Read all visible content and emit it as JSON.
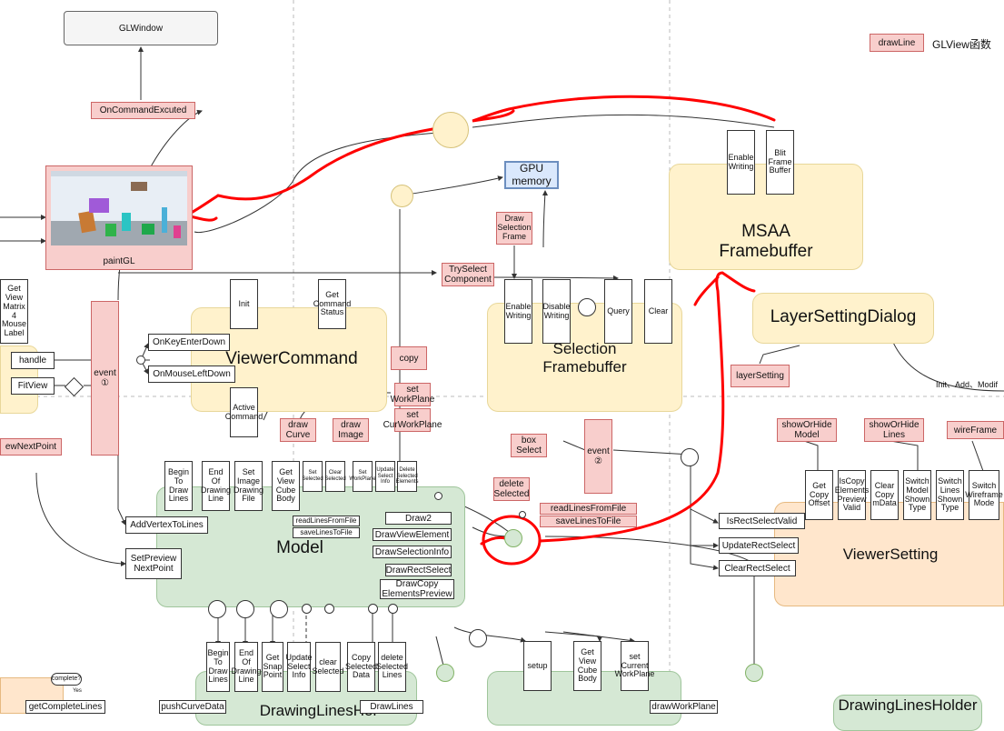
{
  "legend": {
    "sample_label": "drawLine",
    "title": "GLView函数"
  },
  "top": {
    "glwindow": "GLWindow",
    "on_command": "OnCommandExcuted",
    "paintgl": "paintGL",
    "gpu_memory": "GPU\nmemory",
    "draw_selection_frame": "Draw\nSelection\nFrame",
    "try_select": "TrySelect\nComponent"
  },
  "msaa": {
    "title": "MSAA\nFramebuffer",
    "enable_writing": "Enable\nWriting",
    "blit": "Blit\nFrame\nBuffer"
  },
  "viewer_command": {
    "title": "ViewerCommand",
    "init": "Init",
    "get_command_status": "Get\nCommand\nStatus",
    "active_command": "Active\nCommand",
    "copy": "copy",
    "set_workplane": "set\nWorkPlane",
    "set_cur_workplane": "set\nCurWorkPlane",
    "draw_curve": "draw\nCurve",
    "draw_image": "draw\nImage"
  },
  "selection": {
    "title": "Selection\nFramebuffer",
    "enable_writing": "Enable\nWriting",
    "disable_writing": "Disable\nWriting",
    "query": "Query",
    "clear": "Clear"
  },
  "layer": {
    "title": "LayerSettingDialog",
    "layer_setting": "layerSetting",
    "note": "Init、Add、Modif"
  },
  "left": {
    "get_view_matrix": "Get\nView\nMatrix\n4\nMouse\nLabel",
    "handle": "handle",
    "fitview": "FitView",
    "event1": "event\n①",
    "on_key_enter_down": "OnKeyEnterDown",
    "on_mouse_left_down": "OnMouseLeftDown",
    "view_next_point": "ewNextPoint",
    "add_vertex_to_lines": "AddVertexToLines",
    "set_preview_next_point": "SetPreview\nNextPoint"
  },
  "model": {
    "title": "Model",
    "begin_to_draw_lines": "Begin\nTo\nDraw\nLines",
    "end_of_drawing_line": "End\nOf\nDrawing\nLine",
    "set_image_drawing_file": "Set\nImage\nDrawing\nFile",
    "get_view_cube_body": "Get\nView\nCube\nBody",
    "set_selected": "Set\nSelected",
    "clear_selected": "Clear\nSelected",
    "set_workplane": "Set\nWorkPlane",
    "update_select_info": "Update\nSelect\nInfo",
    "delete_selected_elements": "Delete\nSelected\nElements",
    "read_lines_from_file": "readLinesFromFile",
    "save_lines_to_file": "saveLinesToFile",
    "draw2": "Draw2",
    "draw_view_element": "DrawViewElement",
    "draw_selection_info": "DrawSelectionInfo",
    "draw_rect_select": "DrawRectSelect",
    "draw_copy_elements_preview": "DrawCopy\nElementsPreview"
  },
  "events": {
    "box_select": "box\nSelect",
    "event2": "event\n②",
    "delete_selected": "delete\nSelected",
    "read_lines_from_file": "readLinesFromFile",
    "save_lines_to_file": "saveLinesToFile"
  },
  "viewer_setting": {
    "title": "ViewerSetting",
    "show_or_hide_model": "showOrHide\nModel",
    "show_or_hide_lines": "showOrHide\nLines",
    "wireframe": "wireFrame",
    "get_copy_offset": "Get\nCopy\nOffset",
    "is_copy_elements_preview_valid": "IsCopy\nElements\nPreview\nValid",
    "clear_copy_m_data": "Clear\nCopy\nmData",
    "switch_model_shown_type": "Switch\nModel\nShown\nType",
    "switch_lines_shown_type": "Switch\nLines\nShown\nType",
    "switch_wireframe_mode": "Switch\nWireframe\nMode",
    "is_rect_select_valid": "IsRectSelectValid",
    "update_rect_select": "UpdateRectSelect",
    "clear_rect_select": "ClearRectSelect"
  },
  "bottom": {
    "drawing_lines_holder_left": "DrawingLinesHol",
    "drawing_lines_holder_right": "DrawingLinesHolder",
    "begin_to_draw_lines": "Begin\nTo\nDraw\nLines",
    "end_of_drawing_line": "End\nOf\nDrawing\nLine",
    "get_snap_point": "Get\nSnap\nPoint",
    "update_select_info": "Update\nSelect\nInfo",
    "clear_selected": "clear\nSelected",
    "copy_selected_data": "Copy\nSelected\nData",
    "delete_selected_lines": "delete\nSelected\nLines",
    "draw_lines": "DrawLines",
    "setup": "setup",
    "get_view_cube_body": "Get\nView\nCube\nBody",
    "set_current_workplane": "set\nCurrent\nWorkPlane",
    "draw_workplane": "drawWorkPlane",
    "get_complete_lines": "getCompleteLines",
    "push_curve_data": "pushCurveData",
    "complete": "complete?",
    "yes": "Yes"
  },
  "colors": {
    "pink_fill": "#f8cecc",
    "yellow_region": "#fff2cc",
    "green_region": "#d5e8d4",
    "orange_region": "#ffe6cc",
    "gpu_blue": "#dae8fc",
    "annotation_red": "#ff0000"
  }
}
